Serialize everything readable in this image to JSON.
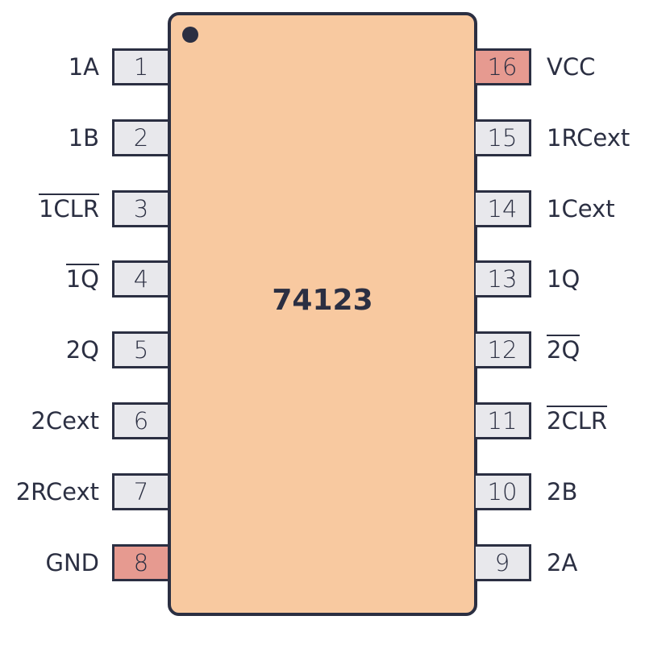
{
  "chip": {
    "name": "74123"
  },
  "colors": {
    "body": "#f8c9a0",
    "pin": "#e8e8ec",
    "power_pin": "#e69a90",
    "outline": "#2b2f42"
  },
  "pins": [
    {
      "number": "1",
      "label": "1A",
      "side": "left",
      "overline": false,
      "power": false
    },
    {
      "number": "2",
      "label": "1B",
      "side": "left",
      "overline": false,
      "power": false
    },
    {
      "number": "3",
      "label": "1CLR",
      "side": "left",
      "overline": true,
      "power": false
    },
    {
      "number": "4",
      "label": "1Q",
      "side": "left",
      "overline": true,
      "power": false
    },
    {
      "number": "5",
      "label": "2Q",
      "side": "left",
      "overline": false,
      "power": false
    },
    {
      "number": "6",
      "label": "2Cext",
      "side": "left",
      "overline": false,
      "power": false
    },
    {
      "number": "7",
      "label": "2RCext",
      "side": "left",
      "overline": false,
      "power": false
    },
    {
      "number": "8",
      "label": "GND",
      "side": "left",
      "overline": false,
      "power": true
    },
    {
      "number": "16",
      "label": "VCC",
      "side": "right",
      "overline": false,
      "power": true
    },
    {
      "number": "15",
      "label": "1RCext",
      "side": "right",
      "overline": false,
      "power": false
    },
    {
      "number": "14",
      "label": "1Cext",
      "side": "right",
      "overline": false,
      "power": false
    },
    {
      "number": "13",
      "label": "1Q",
      "side": "right",
      "overline": false,
      "power": false
    },
    {
      "number": "12",
      "label": "2Q",
      "side": "right",
      "overline": true,
      "power": false
    },
    {
      "number": "11",
      "label": "2CLR",
      "side": "right",
      "overline": true,
      "power": false
    },
    {
      "number": "10",
      "label": "2B",
      "side": "right",
      "overline": false,
      "power": false
    },
    {
      "number": "9",
      "label": "2A",
      "side": "right",
      "overline": false,
      "power": false
    }
  ]
}
